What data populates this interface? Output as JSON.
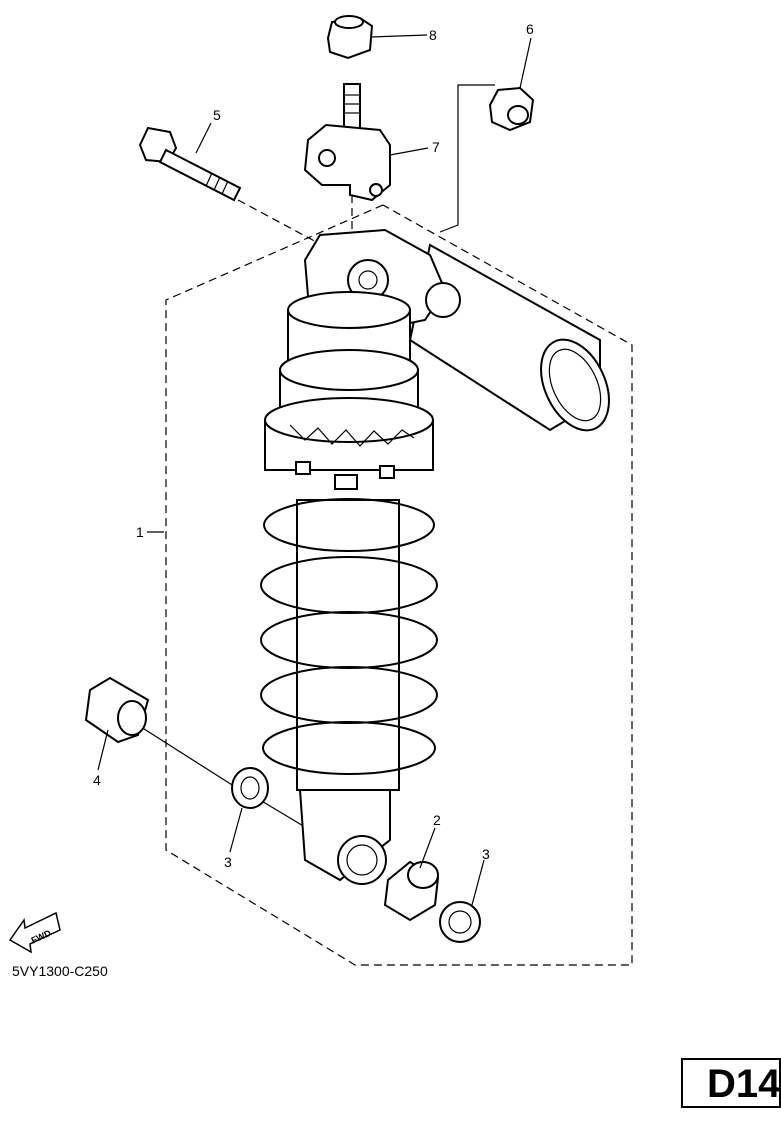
{
  "diagram": {
    "callouts": {
      "part1": "1",
      "part2": "2",
      "part3a": "3",
      "part3b": "3",
      "part4": "4",
      "part5": "5",
      "part6": "6",
      "part7": "7",
      "part8": "8"
    },
    "fwd_label": "FWD",
    "diagram_code": "5VY1300-C250",
    "page_label": "D14"
  }
}
